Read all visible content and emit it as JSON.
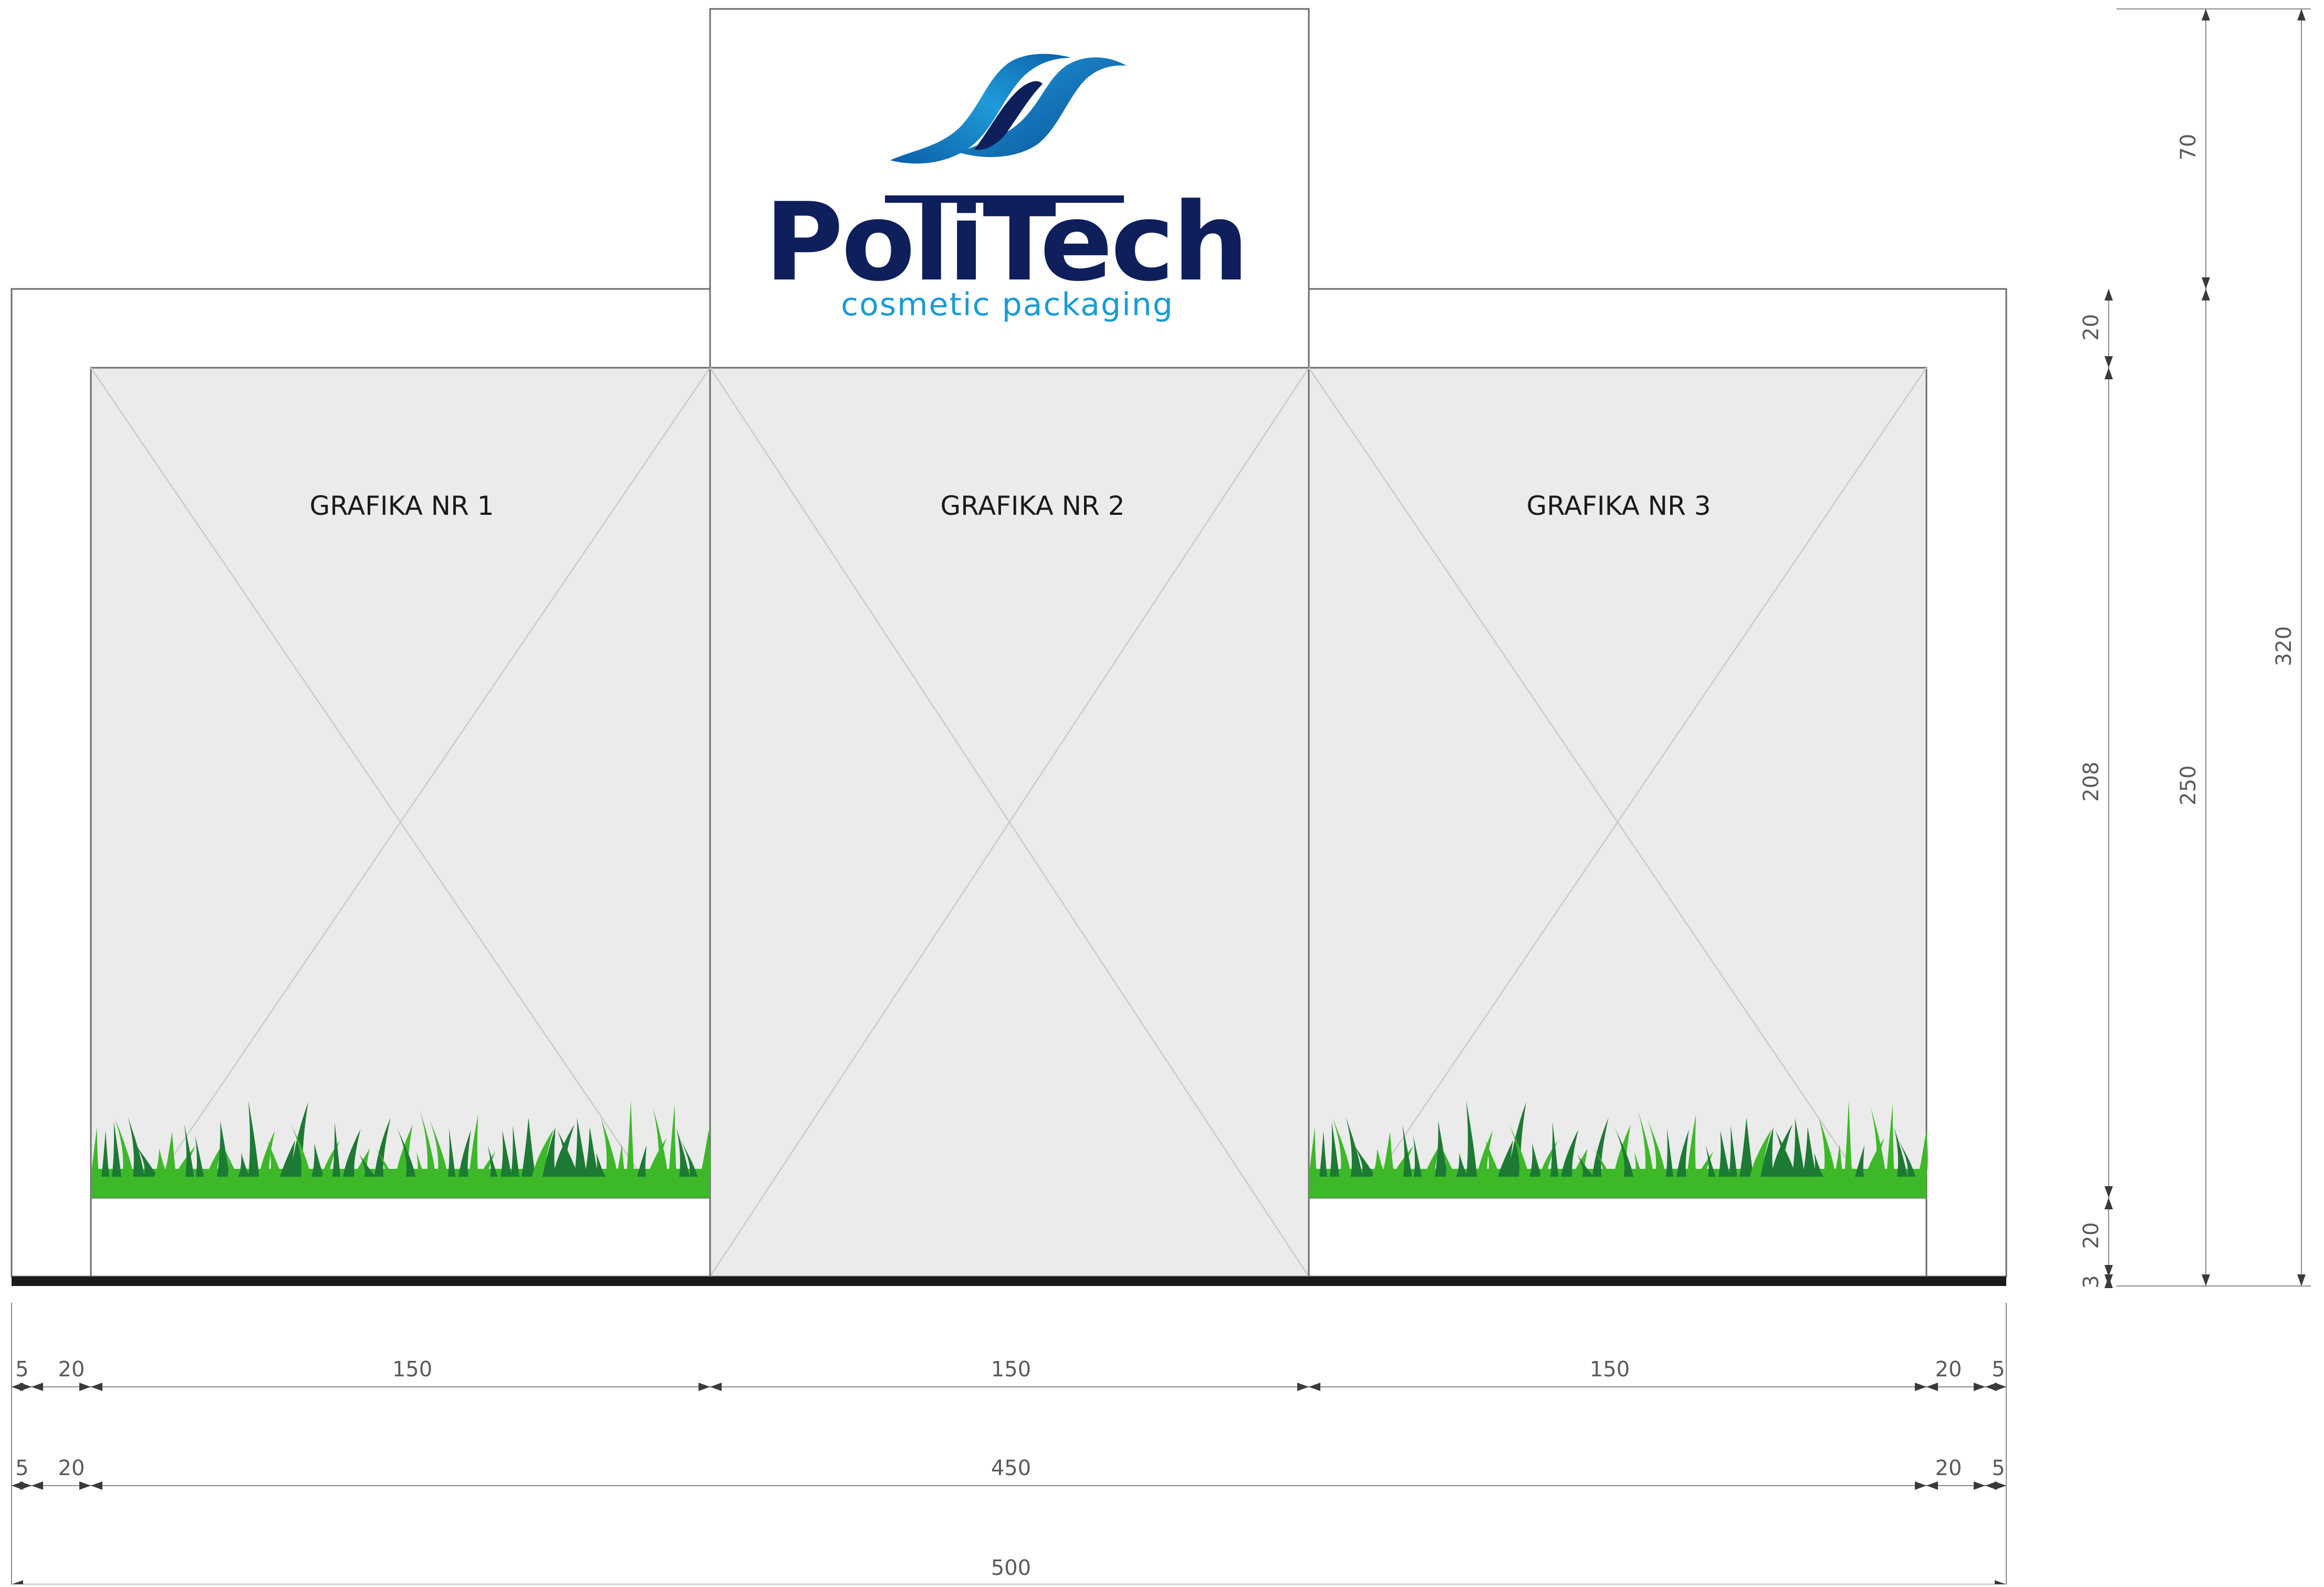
{
  "logo": {
    "brand": "PoliTech",
    "tagline": "cosmetic packaging",
    "brand_color": "#0e1f5c",
    "tagline_color": "#1a9ad6",
    "emblem_colors": [
      "#0a5fa8",
      "#1f9ad8",
      "#0e1f5c"
    ]
  },
  "panels": [
    {
      "label": "GRAFIKA NR 1",
      "grass": true
    },
    {
      "label": "GRAFIKA NR 2",
      "grass": false
    },
    {
      "label": "GRAFIKA NR 3",
      "grass": true
    }
  ],
  "dimensions": {
    "row1": [
      "5",
      "20",
      "150",
      "150",
      "150",
      "20",
      "5"
    ],
    "row2": [
      "5",
      "20",
      "450",
      "20",
      "5"
    ],
    "row3": [
      "500"
    ],
    "vertical_inner": [
      "20",
      "208",
      "20",
      "3"
    ],
    "vertical_mid": [
      "70",
      "250"
    ],
    "vertical_outer": [
      "320"
    ]
  },
  "colors": {
    "panel_fill": "#ebebeb",
    "outline": "#6b6b6b",
    "base_bar": "#1a1a1a",
    "grass_dark": "#1d7a34",
    "grass_light": "#3db829",
    "dimension_line": "#8a8a8a",
    "dimension_text": "#5a5a5a"
  }
}
